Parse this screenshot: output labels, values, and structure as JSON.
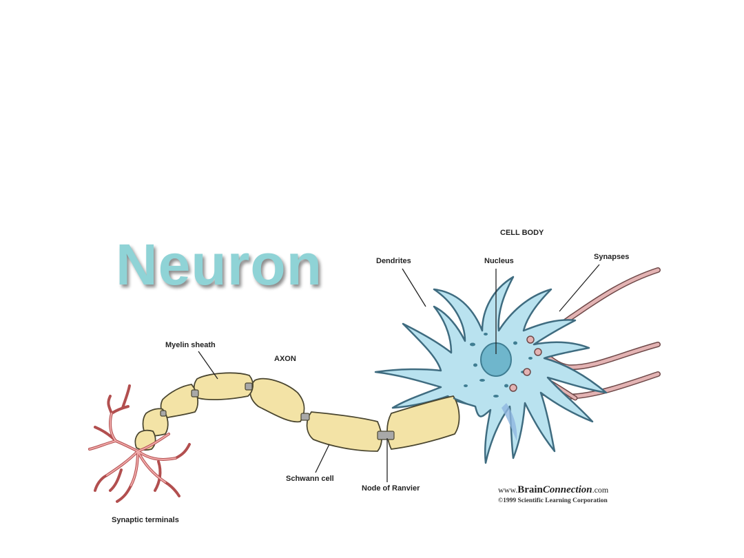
{
  "title": "Neuron",
  "labels": {
    "cell_body": "CELL BODY",
    "dendrites": "Dendrites",
    "nucleus": "Nucleus",
    "synapses": "Synapses",
    "myelin_sheath": "Myelin sheath",
    "axon": "AXON",
    "schwann_cell": "Schwann cell",
    "node_of_ranvier": "Node of Ranvier",
    "synaptic_terminals": "Synaptic terminals"
  },
  "credit": {
    "prefix": "www.",
    "brand_bold": "Brain",
    "brand_italic": "Connection",
    "suffix": ".com",
    "copyright": "©1999 Scientific Learning Corporation"
  },
  "colors": {
    "title": "#8fd3d6",
    "cell_body": "#b9e2ef",
    "cell_outline": "#3f6c80",
    "nucleus": "#6fb6cc",
    "myelin": "#f3e3a6",
    "myelin_outline": "#4a4630",
    "node": "#a8a8a8",
    "terminals": "#e79797",
    "synapse_axons": "#d9a3a3"
  }
}
